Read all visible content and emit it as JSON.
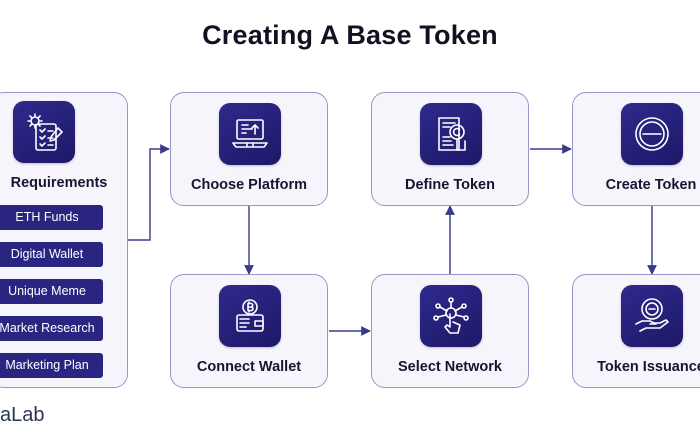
{
  "title": "Creating A Base Token",
  "requirements": {
    "label": "Requirements",
    "icon": "checklist-clipboard-gear-icon",
    "items": [
      "ETH Funds",
      "Digital Wallet",
      "Unique Meme",
      "Market Research",
      "Marketing Plan"
    ]
  },
  "steps": [
    {
      "label": "Choose Platform",
      "icon": "laptop-code-icon"
    },
    {
      "label": "Define Token",
      "icon": "document-coin-icon"
    },
    {
      "label": "Create Token",
      "icon": "coin-icon"
    },
    {
      "label": "Connect Wallet",
      "icon": "bitcoin-wallet-icon"
    },
    {
      "label": "Select Network",
      "icon": "network-touch-icon"
    },
    {
      "label": "Token Issuance",
      "icon": "hand-coin-icon"
    }
  ],
  "brand": "aLab",
  "colors": {
    "icon_bg": "#2a2580",
    "card_border": "#9a96c8",
    "card_bg": "#f6f5fb",
    "arrow": "#3a3a8a"
  }
}
